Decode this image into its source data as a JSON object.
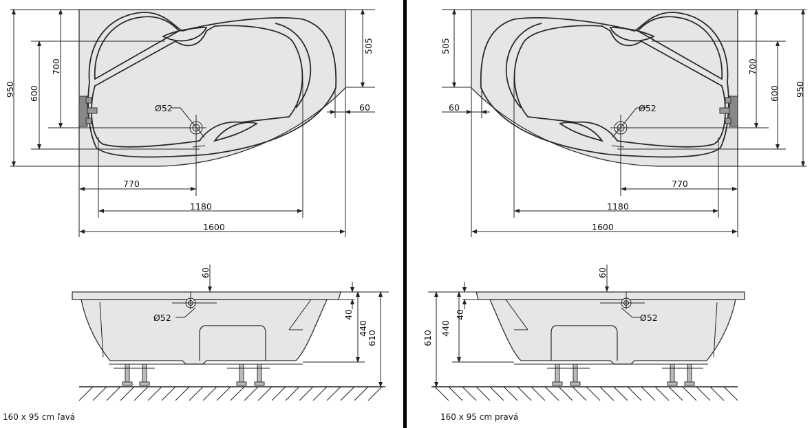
{
  "left": {
    "caption": "160 x 95 cm ľavá",
    "plan": {
      "d950": "950",
      "d700": "700",
      "d600": "600",
      "d505": "505",
      "d60": "60",
      "drain": "Ø52",
      "d770": "770",
      "d1180": "1180",
      "d1600": "1600"
    },
    "side": {
      "d60": "60",
      "drain": "Ø52",
      "d40": "40",
      "d440": "440",
      "d610": "610"
    }
  },
  "right": {
    "caption": "160 x 95 cm pravá",
    "plan": {
      "d950": "950",
      "d700": "700",
      "d600": "600",
      "d505": "505",
      "d60": "60",
      "drain": "Ø52",
      "d770": "770",
      "d1180": "1180",
      "d1600": "1600"
    },
    "side": {
      "d60": "60",
      "drain": "Ø52",
      "d40": "40",
      "d440": "440",
      "d610": "610"
    }
  },
  "colors": {
    "divider": "#000000",
    "bath": "#e6e6e6"
  }
}
